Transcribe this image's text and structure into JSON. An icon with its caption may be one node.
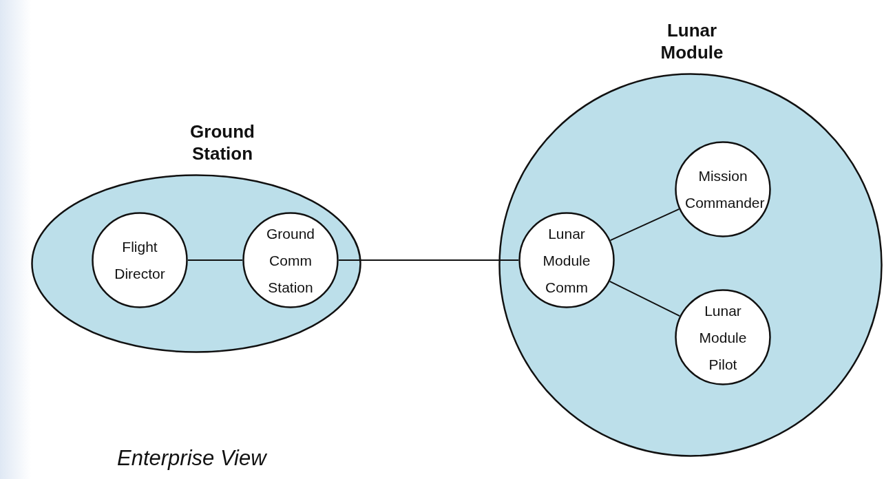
{
  "diagram": {
    "caption": "Enterprise View",
    "nodes": [
      {
        "text": [
          "Ground Station"
        ]
      },
      {
        "text": [
          "Flight Director"
        ],
        "in": 0
      },
      {
        "text": [
          "Ground Comm Station"
        ],
        "in": 0
      },
      {
        "text": [
          "Lunar Module"
        ]
      },
      {
        "text": [
          "Lunar Module Comm"
        ],
        "in": 3
      },
      {
        "text": [
          "Mission Commander"
        ],
        "in": 3
      },
      {
        "text": [
          "Lunar Module Pilot"
        ],
        "in": 3
      }
    ],
    "edges": [
      {
        "from": 1,
        "to": 2,
        "arrow": "none"
      },
      {
        "from": 2,
        "to": 4,
        "arrow": "none"
      },
      {
        "from": 4,
        "to": 5,
        "arrow": "none"
      },
      {
        "from": 4,
        "to": 6,
        "arrow": "none"
      }
    ]
  }
}
